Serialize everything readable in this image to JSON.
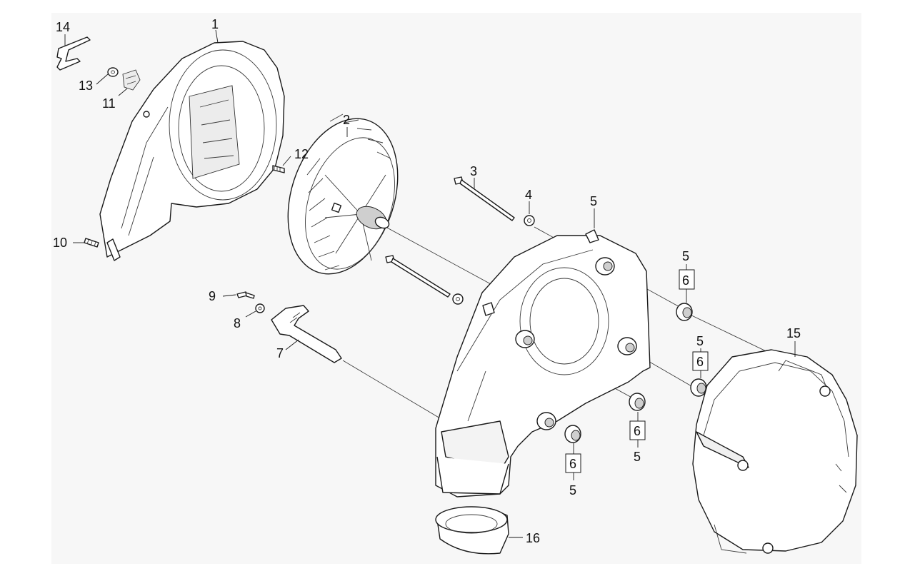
{
  "diagram": {
    "callouts": {
      "p1": "1",
      "p2": "2",
      "p3": "3",
      "p4": "4",
      "p5a": "5",
      "p5b": "5",
      "p5c": "5",
      "p5d": "5",
      "p5e": "5",
      "p6a": "6",
      "p6b": "6",
      "p6c": "6",
      "p6d": "6",
      "p7": "7",
      "p8": "8",
      "p9": "9",
      "p10": "10",
      "p11": "11",
      "p12": "12",
      "p13": "13",
      "p14": "14",
      "p15": "15",
      "p16": "16"
    }
  }
}
